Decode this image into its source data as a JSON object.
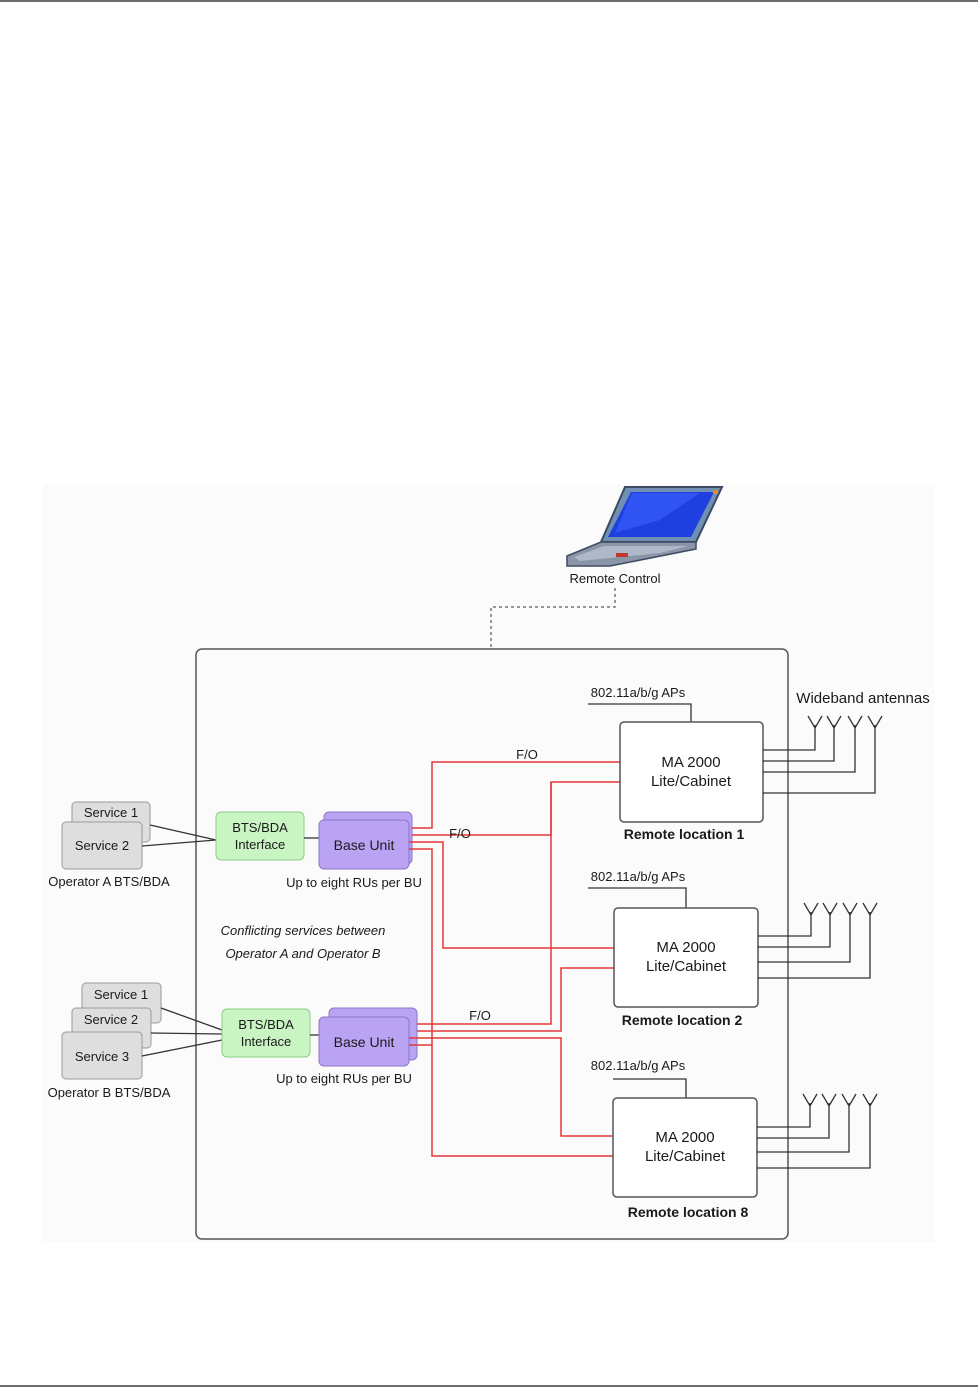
{
  "diagram": {
    "laptop_label": "Remote Control",
    "wideband_label": "Wideband antennas",
    "fo_label": "F/O",
    "aps_label": "802.11a/b/g APs",
    "conflict_note": [
      "Conflicting services between",
      "Operator A  and Operator B"
    ],
    "operator_a": {
      "services": [
        "Service 1",
        "Service 2"
      ],
      "caption": "Operator A BTS/BDA",
      "interface": [
        "BTS/BDA",
        "Interface"
      ],
      "base_unit": "Base Unit",
      "ru_note": "Up to eight RUs per BU"
    },
    "operator_b": {
      "services": [
        "Service 1",
        "Service 2",
        "Service 3"
      ],
      "caption": "Operator B BTS/BDA",
      "interface": [
        "BTS/BDA",
        "Interface"
      ],
      "base_unit": "Base Unit",
      "ru_note": "Up to eight RUs per BU"
    },
    "remotes": [
      {
        "title": [
          "MA 2000",
          "Lite/Cabinet"
        ],
        "caption": "Remote location 1"
      },
      {
        "title": [
          "MA 2000",
          "Lite/Cabinet"
        ],
        "caption": "Remote location 2"
      },
      {
        "title": [
          "MA 2000",
          "Lite/Cabinet"
        ],
        "caption": "Remote location 8"
      }
    ],
    "colors": {
      "fiber": "#e5383b",
      "interface_fill": "#c9f5c2",
      "base_unit_fill": "#b9a3f2",
      "service_fill": "#dedede",
      "line": "#333333"
    }
  }
}
